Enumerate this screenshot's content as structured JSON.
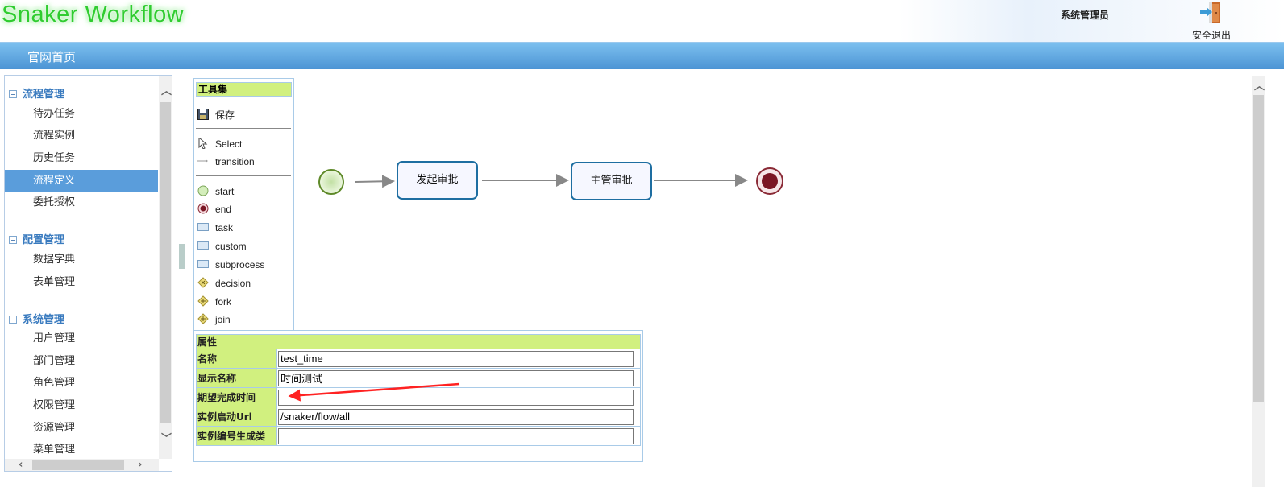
{
  "header": {
    "logo": "Snaker Workflow",
    "user": "系统管理员",
    "logout_label": "安全退出",
    "logout_icon": "door-exit-icon"
  },
  "nav": {
    "home": "官网首页"
  },
  "sidebar": {
    "groups": [
      {
        "label": "流程管理",
        "items": [
          "待办任务",
          "流程实例",
          "历史任务",
          "流程定义",
          "委托授权"
        ]
      },
      {
        "label": "配置管理",
        "items": [
          "数据字典",
          "表单管理"
        ]
      },
      {
        "label": "系统管理",
        "items": [
          "用户管理",
          "部门管理",
          "角色管理",
          "权限管理",
          "资源管理",
          "菜单管理"
        ]
      }
    ],
    "selected": "流程定义"
  },
  "toolbox": {
    "title": "工具集",
    "save": "保存",
    "tools": [
      "Select",
      "transition"
    ],
    "nodes": [
      "start",
      "end",
      "task",
      "custom",
      "subprocess",
      "decision",
      "fork",
      "join"
    ]
  },
  "diagram": {
    "nodes": [
      {
        "type": "start"
      },
      {
        "type": "task",
        "label": "发起审批"
      },
      {
        "type": "task",
        "label": "主管审批"
      },
      {
        "type": "end"
      }
    ],
    "colors": {
      "task_border": "#1e6ea1",
      "start": "#c6e6a4",
      "end": "#7a1624"
    }
  },
  "properties": {
    "title": "属性",
    "rows": [
      {
        "label": "名称",
        "value": "test_time"
      },
      {
        "label": "显示名称",
        "value": "时间测试"
      },
      {
        "label": "期望完成时间",
        "value": ""
      },
      {
        "label": "实例启动Url",
        "value": "/snaker/flow/all"
      },
      {
        "label": "实例编号生成类",
        "value": ""
      }
    ]
  },
  "annotation": {
    "color": "#ff1a1a"
  }
}
